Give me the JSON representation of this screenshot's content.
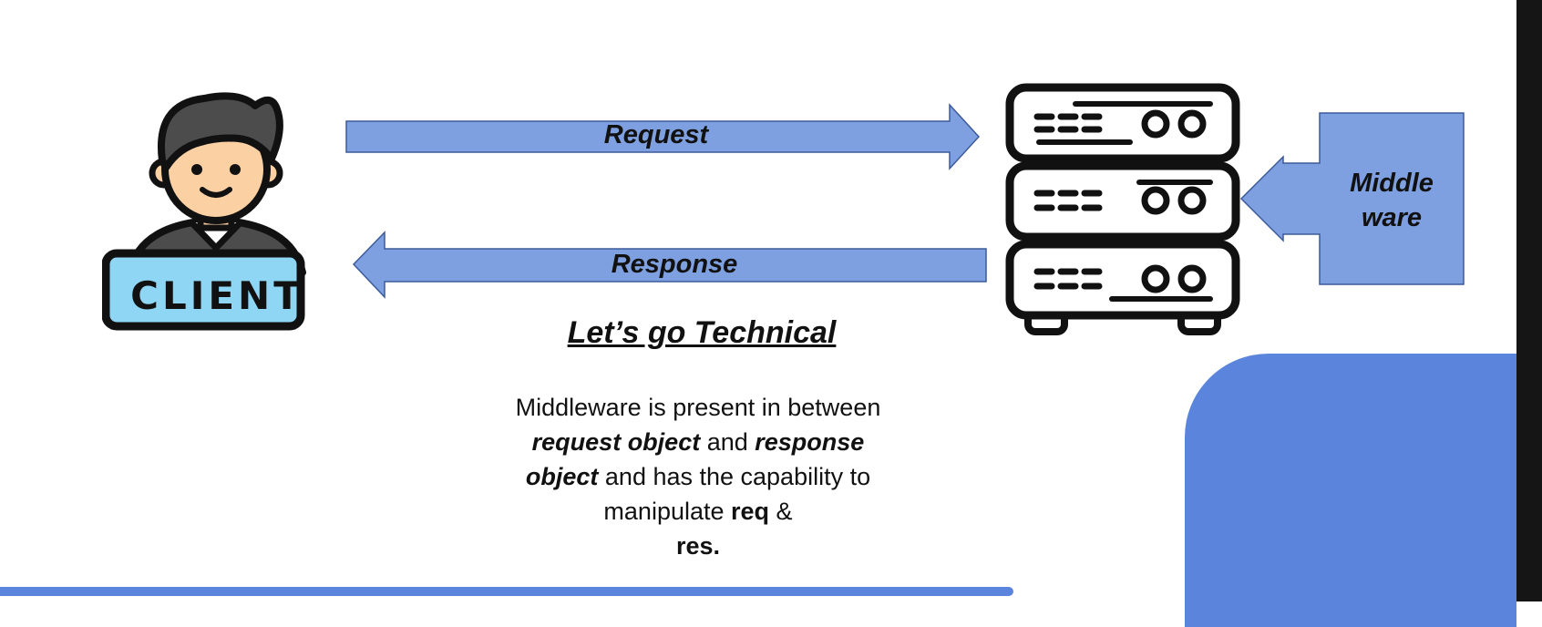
{
  "diagram": {
    "request_label": "Request",
    "response_label": "Response",
    "middleware_label_line1": "Middle",
    "middleware_label_line2": "ware",
    "client_label": "CLIENT",
    "heading": "Let’s go Technical",
    "description": {
      "part1": "Middleware is present in between ",
      "request_object": "request object",
      "part2": " and ",
      "response_object": "response object",
      "part3": " and has the capability to manipulate ",
      "req": "req",
      "part4": " & ",
      "res": "res."
    }
  },
  "colors": {
    "arrow_fill": "#7FA0E0",
    "arrow_stroke": "#3C5A9A",
    "accent_blue": "#5B85DC",
    "client_badge": "#8FD6F4",
    "skin": "#FBD1A4",
    "hair": "#4C4C4C",
    "shirt": "#4C4C4C",
    "outline": "#111111"
  },
  "icons": [
    "client-person-icon",
    "server-rack-icon"
  ]
}
